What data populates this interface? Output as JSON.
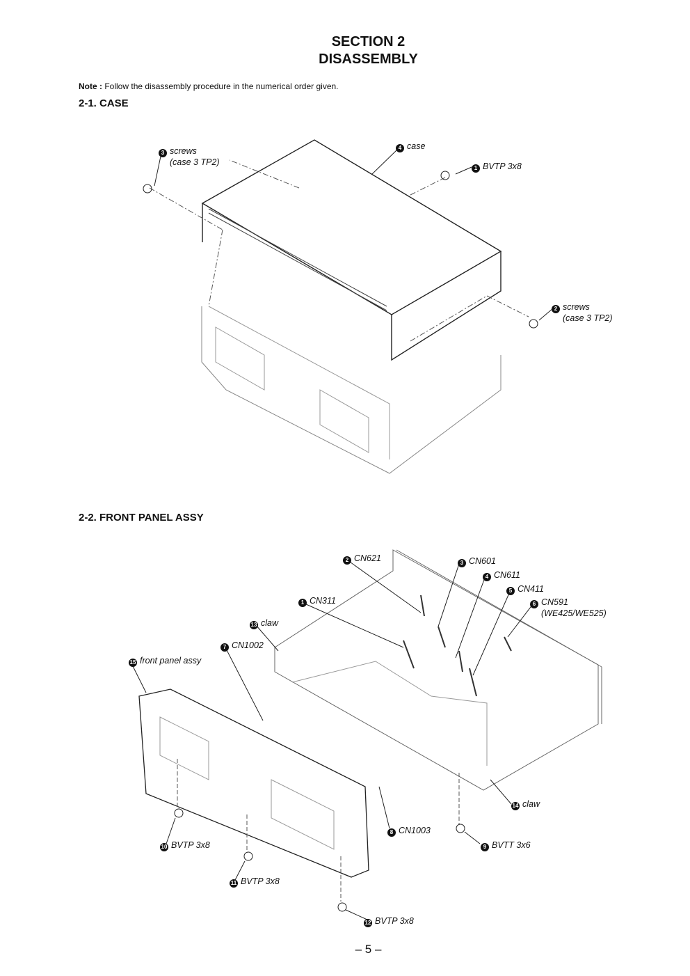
{
  "header": {
    "section": "SECTION 2",
    "title": "DISASSEMBLY"
  },
  "note": {
    "label": "Note :",
    "text": "Follow the disassembly procedure in the numerical order given."
  },
  "sections": [
    {
      "heading": "2-1. CASE",
      "callouts": [
        {
          "num": "3",
          "text": "screws",
          "sub": "(case 3 TP2)"
        },
        {
          "num": "4",
          "text": "case"
        },
        {
          "num": "1",
          "text": "BVTP 3x8"
        },
        {
          "num": "2",
          "text": "screws",
          "sub": "(case 3 TP2)"
        }
      ]
    },
    {
      "heading": "2-2. FRONT PANEL ASSY",
      "callouts": [
        {
          "num": "2",
          "text": "CN621"
        },
        {
          "num": "3",
          "text": "CN601"
        },
        {
          "num": "4",
          "text": "CN611"
        },
        {
          "num": "5",
          "text": "CN411"
        },
        {
          "num": "6",
          "text": "CN591",
          "sub": "(WE425/WE525)"
        },
        {
          "num": "1",
          "text": "CN311"
        },
        {
          "num": "13",
          "text": "claw"
        },
        {
          "num": "7",
          "text": "CN1002"
        },
        {
          "num": "15",
          "text": "front panel assy"
        },
        {
          "num": "14",
          "text": "claw"
        },
        {
          "num": "8",
          "text": "CN1003"
        },
        {
          "num": "9",
          "text": "BVTT 3x6"
        },
        {
          "num": "10",
          "text": "BVTP 3x8"
        },
        {
          "num": "11",
          "text": "BVTP 3x8"
        },
        {
          "num": "12",
          "text": "BVTP 3x8"
        }
      ]
    }
  ],
  "footer": {
    "page": "– 5 –"
  }
}
